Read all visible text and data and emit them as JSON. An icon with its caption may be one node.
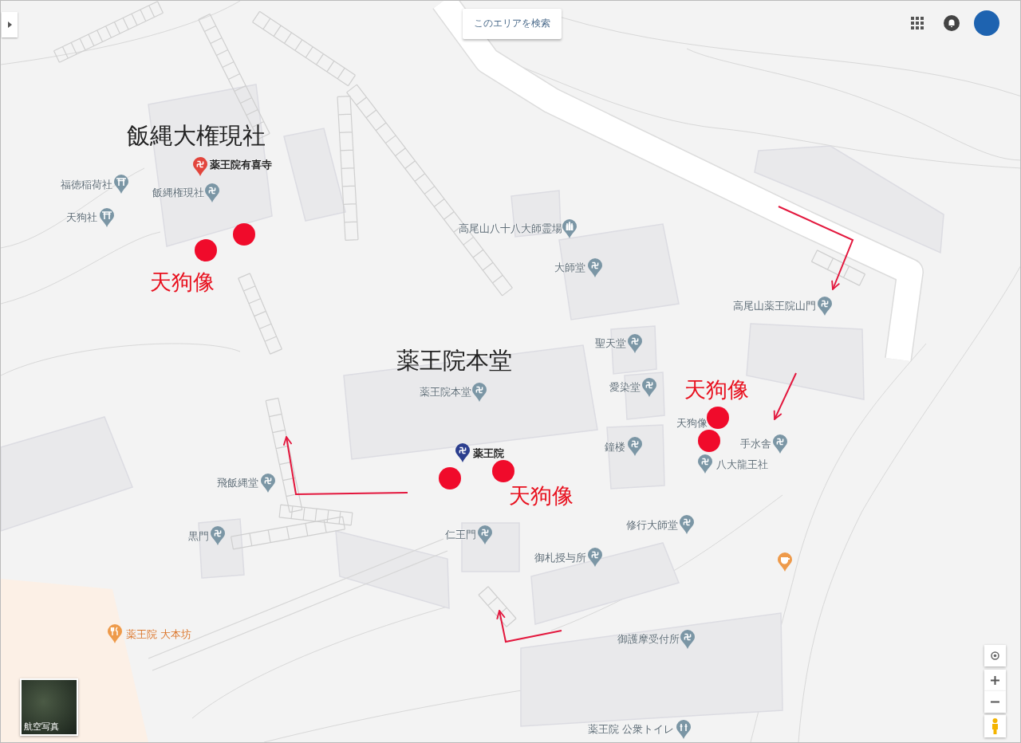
{
  "diagram": {
    "nodes": [
      {
        "text": [],
        "shape": "circle"
      },
      {
        "text": [],
        "shape": "circle"
      },
      {
        "text": [],
        "shape": "circle"
      },
      {
        "text": [],
        "shape": "circle"
      },
      {
        "text": [],
        "shape": "circle"
      },
      {
        "text": [],
        "shape": "circle"
      }
    ],
    "labels": [
      "このエリアを検索",
      "飯縄大権現社",
      "薬王院有喜寺",
      "福徳稲荷社",
      "飯縄権現社",
      "天狗社",
      "天狗像",
      "高尾山八十八大師霊場",
      "大師堂",
      "高尾山薬王院山門",
      "聖天堂",
      "薬王院本堂",
      "天狗像",
      "薬王院本堂",
      "愛染堂",
      "天狗像",
      "薬王院",
      "鐘楼",
      "手水舎",
      "八大龍王社",
      "飛飯縄堂",
      "天狗像",
      "修行大師堂",
      "黒門",
      "仁王門",
      "御札授与所",
      "薬王院 大本坊",
      "御護摩受付所",
      "航空写真",
      "薬王院 公衆トイレ"
    ]
  }
}
